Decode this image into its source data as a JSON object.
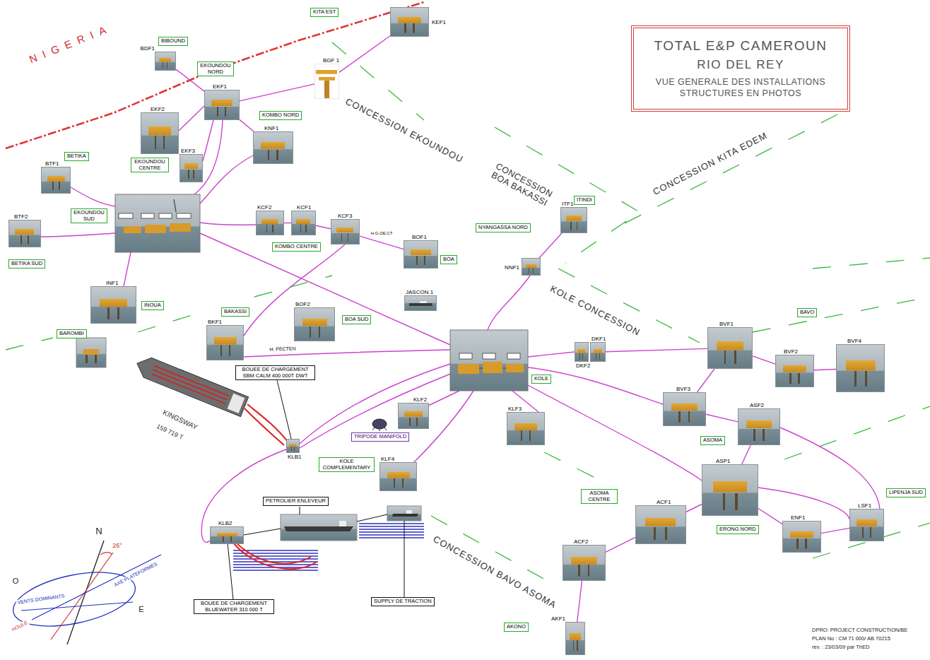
{
  "diagram": {
    "nodes": [
      {
        "text": [
          "TOTAL E&P CAMEROUN",
          "RIO DEL REY",
          "VUE GENERALE DES INSTALLATIONS STRUCTURES EN PHOTOS"
        ]
      },
      {
        "text": [
          "KITA EST"
        ]
      },
      {
        "text": [
          "KEF1"
        ]
      },
      {
        "text": [
          "BIBOUND"
        ]
      },
      {
        "text": [
          "BDF1"
        ]
      },
      {
        "text": [
          "EKOUNDOU NORD"
        ]
      },
      {
        "text": [
          "BGF 1"
        ]
      },
      {
        "text": [
          "EKF1"
        ]
      },
      {
        "text": [
          "EKF2"
        ]
      },
      {
        "text": [
          "KOMBO NORD"
        ]
      },
      {
        "text": [
          "KNF1"
        ]
      },
      {
        "text": [
          "BETIKA"
        ]
      },
      {
        "text": [
          "EKOUNDOU CENTRE"
        ]
      },
      {
        "text": [
          "EKF3"
        ]
      },
      {
        "text": [
          "BTF1"
        ]
      },
      {
        "text": [
          "EKOUNDOU SUD"
        ]
      },
      {
        "text": [
          "BTF2"
        ]
      },
      {
        "text": [
          "ITINDI"
        ]
      },
      {
        "text": [
          "ITF1"
        ]
      },
      {
        "text": [
          "KCF2"
        ]
      },
      {
        "text": [
          "KCF1"
        ]
      },
      {
        "text": [
          "KCF3"
        ]
      },
      {
        "text": [
          "NYANGASSA NORD"
        ]
      },
      {
        "text": [
          "BOF1"
        ]
      },
      {
        "text": [
          "KOMBO CENTRE"
        ]
      },
      {
        "text": [
          "BOA"
        ]
      },
      {
        "text": [
          "BETIKA SUD"
        ]
      },
      {
        "text": [
          "NNF1"
        ]
      },
      {
        "text": [
          "INF1"
        ]
      },
      {
        "text": [
          "INOUA"
        ]
      },
      {
        "text": [
          "JASCON 1"
        ]
      },
      {
        "text": [
          "BAKASSI"
        ]
      },
      {
        "text": [
          "BKF1"
        ]
      },
      {
        "text": [
          "BOF2"
        ]
      },
      {
        "text": [
          "BOA SUD"
        ]
      },
      {
        "text": [
          "BAVO"
        ]
      },
      {
        "text": [
          "BAROMBI"
        ]
      },
      {
        "text": [
          "BVF1"
        ]
      },
      {
        "text": [
          "BVF4"
        ]
      },
      {
        "text": [
          "DKF2"
        ]
      },
      {
        "text": [
          "DKF1"
        ]
      },
      {
        "text": [
          "BVF2"
        ]
      },
      {
        "text": [
          "BOUEE DE CHARGEMENT SBM CALM 400 000T DWT"
        ]
      },
      {
        "text": [
          "KOLE"
        ]
      },
      {
        "text": [
          "BVF3"
        ]
      },
      {
        "text": [
          "KLF2"
        ]
      },
      {
        "text": [
          "ASF2"
        ]
      },
      {
        "text": [
          "TRIPODE MANIFOLD"
        ]
      },
      {
        "text": [
          "KLF3"
        ]
      },
      {
        "text": [
          "KLB1"
        ]
      },
      {
        "text": [
          "ASOMA"
        ]
      },
      {
        "text": [
          "KOLE COMPLEMENTARY"
        ]
      },
      {
        "text": [
          "KLF4"
        ]
      },
      {
        "text": [
          "ASP1"
        ]
      },
      {
        "text": [
          "LIPENJA SUD"
        ]
      },
      {
        "text": [
          "ASOMA CENTRE"
        ]
      },
      {
        "text": [
          "PETROLIER ENLEVEUR"
        ]
      },
      {
        "text": [
          "ACF1"
        ]
      },
      {
        "text": [
          "ENF1"
        ]
      },
      {
        "text": [
          "LSF1"
        ]
      },
      {
        "text": [
          "ERONG NORD"
        ]
      },
      {
        "text": [
          "KLB2"
        ]
      },
      {
        "text": [
          "ACF2"
        ]
      },
      {
        "text": [
          "BOUEE DE CHARGEMENT BLUEWATER 310 000 T"
        ]
      },
      {
        "text": [
          "SUPPLY DE TRACTION"
        ]
      },
      {
        "text": [
          "AKONO"
        ]
      },
      {
        "text": [
          "AKF1"
        ]
      }
    ],
    "edges": [
      {
        "from": 2,
        "to": 6,
        "arrow": "none"
      },
      {
        "from": 6,
        "to": 7,
        "arrow": "none"
      },
      {
        "from": 4,
        "to": 7,
        "arrow": "none"
      },
      {
        "from": 7,
        "to": 10,
        "arrow": "none"
      },
      {
        "from": 19,
        "to": 20,
        "arrow": "none"
      },
      {
        "from": 20,
        "to": 21,
        "arrow": "none"
      },
      {
        "from": 21,
        "to": 23,
        "arrow": "none"
      },
      {
        "from": 27,
        "to": 18,
        "arrow": "none"
      },
      {
        "from": 40,
        "to": 37,
        "arrow": "none"
      },
      {
        "from": 37,
        "to": 41,
        "arrow": "none"
      },
      {
        "from": 41,
        "to": 38,
        "arrow": "none"
      },
      {
        "from": 37,
        "to": 44,
        "arrow": "none"
      },
      {
        "from": 44,
        "to": 46,
        "arrow": "none"
      },
      {
        "from": 46,
        "to": 53,
        "arrow": "none"
      },
      {
        "from": 53,
        "to": 57,
        "arrow": "none"
      },
      {
        "from": 57,
        "to": 62,
        "arrow": "none"
      },
      {
        "from": 62,
        "to": 66,
        "arrow": "none"
      },
      {
        "from": 53,
        "to": 58,
        "arrow": "none"
      },
      {
        "from": 58,
        "to": 59,
        "arrow": "none"
      },
      {
        "from": 42,
        "to": 49,
        "arrow": "none"
      },
      {
        "from": 63,
        "to": 61,
        "arrow": "none"
      }
    ],
    "labels": [
      "NIGERIA",
      "CONCESSION EKOUNDOU",
      "CONCESSION BOA BAKASSI",
      "CONCESSION KITA EDEM",
      "H.G.OE.CT",
      "KOLE CONCESSION",
      "H. PECTEN",
      "KINGSWAY",
      "159 719 T",
      "N",
      "26°",
      "AXE PLATEFORMES",
      "O",
      "E",
      "VENTS DOMINANTS",
      "HOULE",
      "CONCESSION BAVO ASOMA",
      "DPRO: PROJECT CONSTRUCTION/BE",
      "PLAN No : CM 71 000/ AB 70215",
      "rev. : 23/03/09 par ThED"
    ]
  }
}
